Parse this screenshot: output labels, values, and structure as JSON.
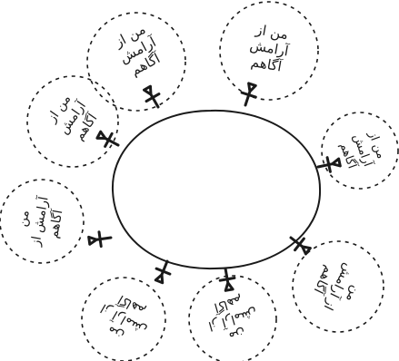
{
  "figure": {
    "description_text": "",
    "style": {
      "ink_color": "#1a1a1a",
      "background": "#ffffff"
    },
    "globe": {
      "label": ""
    },
    "bubbles": [
      {
        "id": "top-left",
        "lines": [
          "من از",
          "آرامش",
          "آگاهم"
        ]
      },
      {
        "id": "top-right",
        "lines": [
          "من از",
          "آرامش",
          "آگاهم"
        ]
      },
      {
        "id": "left-upper",
        "lines": [
          "من از",
          "آرامش",
          "آگاهم"
        ]
      },
      {
        "id": "right",
        "lines": [
          "من از",
          "آرامش",
          "آگاهم"
        ]
      },
      {
        "id": "left-lower",
        "lines": [
          "من",
          "آرامش از",
          "آگاهم"
        ]
      },
      {
        "id": "right-lower",
        "lines": [
          "من",
          "از آرامش",
          "آگاهم"
        ]
      },
      {
        "id": "bottom-middle",
        "lines": [
          "من",
          "از آرامش",
          "آگاهم"
        ]
      },
      {
        "id": "bottom-left",
        "lines": [
          "من",
          "از آرامش",
          "آگاهم"
        ]
      }
    ]
  }
}
